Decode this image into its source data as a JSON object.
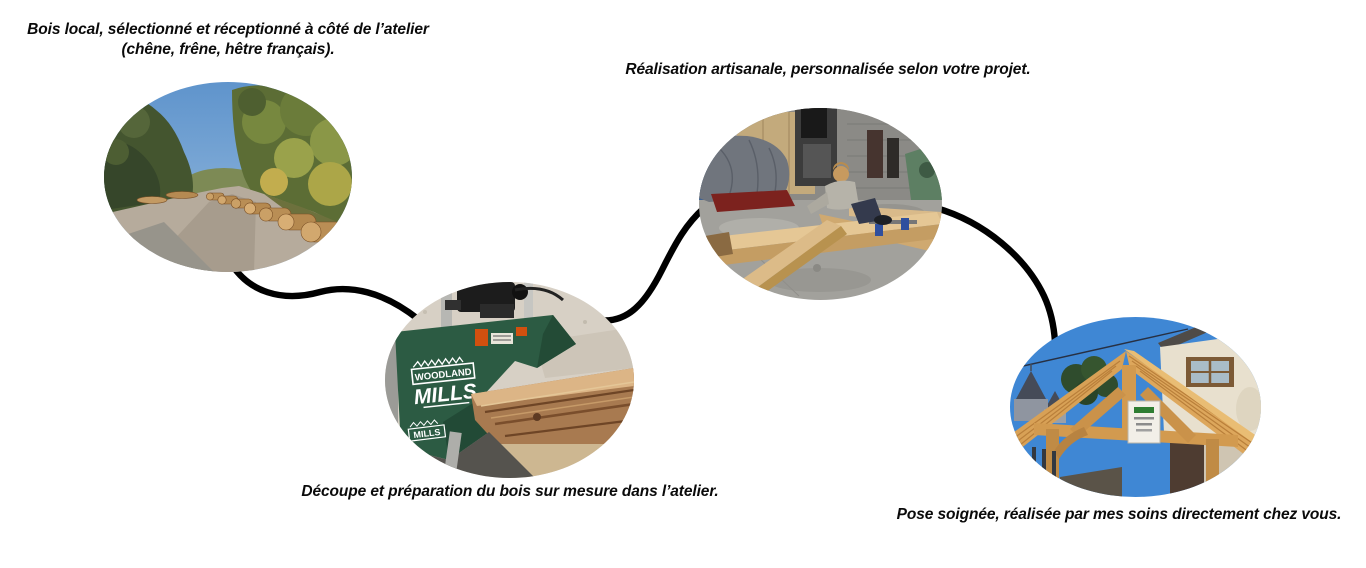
{
  "diagram": {
    "background_color": "#ffffff",
    "connector_color": "#000000",
    "caption_color": "#0a0a0a",
    "steps": [
      {
        "name": "reception-bois",
        "caption_line1": "Bois local, sélectionné et réceptionné à côté de l’atelier",
        "caption_line2": "(chêne, frêne, hêtre français).",
        "photo_alt": "Troncs de bois alignés le long d’un chemin forestier en automne"
      },
      {
        "name": "decoupe-atelier",
        "caption": "Découpe et préparation du bois sur mesure dans l’atelier.",
        "photo_alt": "Scierie mobile verte Woodland Mills débitant un tronc",
        "sawmill_brand_top": "WOODLAND",
        "sawmill_brand_main": "MILLS",
        "sawmill_brand_small": "MILLS"
      },
      {
        "name": "realisation-artisanale",
        "caption": "Réalisation artisanale, personnalisée selon votre projet.",
        "photo_alt": "Artisan assemblant une charpente en chêne au sol de l’atelier"
      },
      {
        "name": "pose-chantier",
        "caption": "Pose soignée, réalisée par mes soins directement chez vous.",
        "photo_alt": "Charpente bois neuve posée devant une maison"
      }
    ]
  }
}
